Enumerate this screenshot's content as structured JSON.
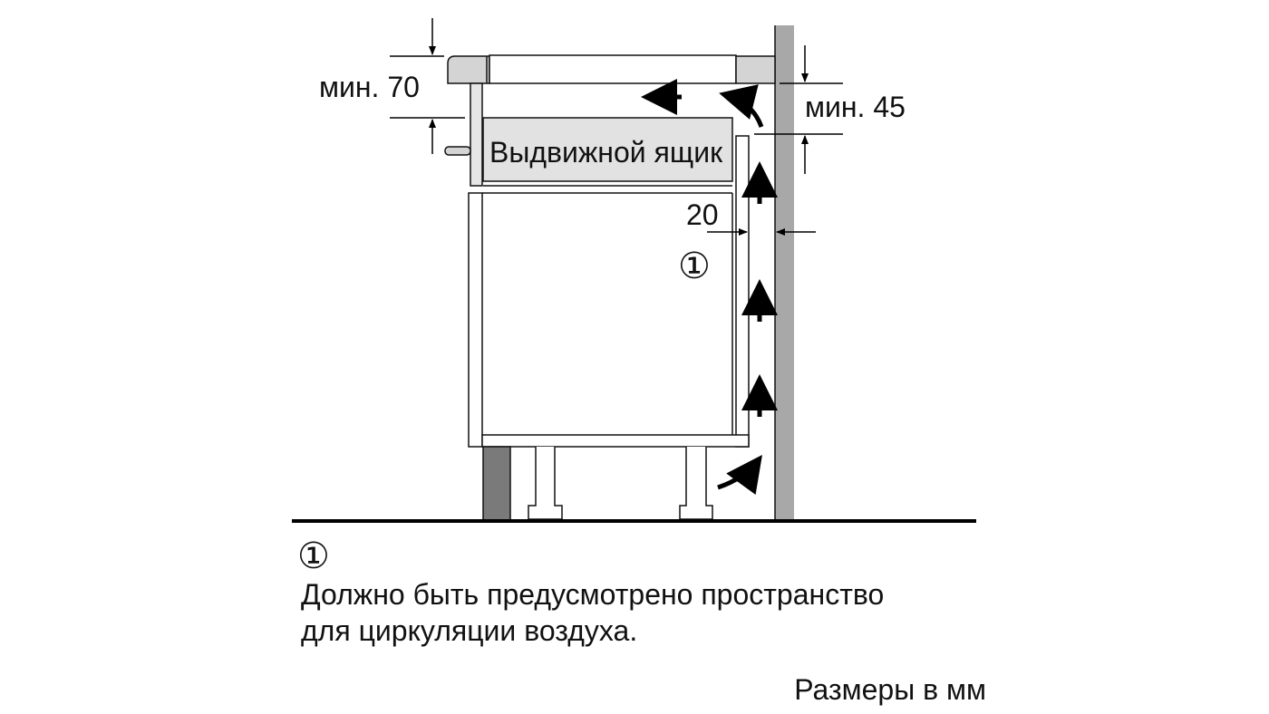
{
  "labels": {
    "min_top": "мин. 70",
    "min_right": "мин. 45",
    "gap": "20",
    "drawer": "Выдвижной ящик",
    "marker": "①"
  },
  "note": {
    "marker": "①",
    "line1": "Должно быть предусмотрено пространство",
    "line2": "для циркуляции воздуха."
  },
  "units": "Размеры в мм",
  "colors": {
    "wall": "#a8a8a8",
    "plinth": "#7a7a7a",
    "worktop": "#d4d4d4",
    "drawer": "#e2e2e2"
  }
}
